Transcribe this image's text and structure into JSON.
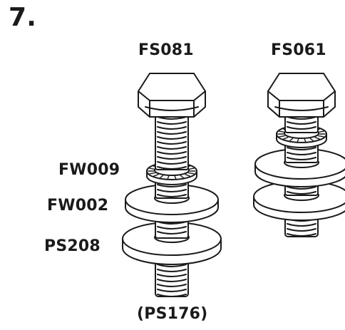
{
  "step_number": "7.",
  "labels": {
    "bolt_long": "FS081",
    "bolt_short": "FS061",
    "lock_washer": "FW009",
    "flat_washer": "FW002",
    "spacer": "PS208",
    "panel_note": "(PS176)"
  },
  "colors": {
    "stroke": "#1a1a1a",
    "fill": "#ffffff"
  }
}
